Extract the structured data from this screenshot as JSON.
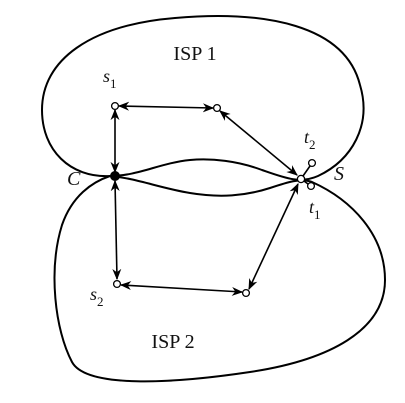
{
  "regions": {
    "isp1": {
      "label": "ISP 1"
    },
    "isp2": {
      "label": "ISP 2"
    }
  },
  "nodes": {
    "c": {
      "label": "C",
      "kind": "filled"
    },
    "s": {
      "label": "S",
      "kind": "open"
    },
    "s1": {
      "base": "s",
      "sub": "1",
      "kind": "open"
    },
    "s2": {
      "base": "s",
      "sub": "2",
      "kind": "open"
    },
    "t1": {
      "base": "t",
      "sub": "1",
      "kind": "open"
    },
    "t2": {
      "base": "t",
      "sub": "2",
      "kind": "open"
    },
    "p1": {
      "kind": "open"
    },
    "p2": {
      "kind": "open"
    }
  },
  "edges": [
    {
      "from": "s1",
      "to": "c",
      "arrows": "both"
    },
    {
      "from": "s1",
      "to": "p1",
      "arrows": "both"
    },
    {
      "from": "p1",
      "to": "s",
      "arrows": "both"
    },
    {
      "from": "c",
      "to": "s2",
      "arrows": "both"
    },
    {
      "from": "s2",
      "to": "p2",
      "arrows": "both"
    },
    {
      "from": "p2",
      "to": "s",
      "arrows": "both"
    }
  ],
  "colors": {
    "stroke": "#000000",
    "background": "#ffffff"
  }
}
